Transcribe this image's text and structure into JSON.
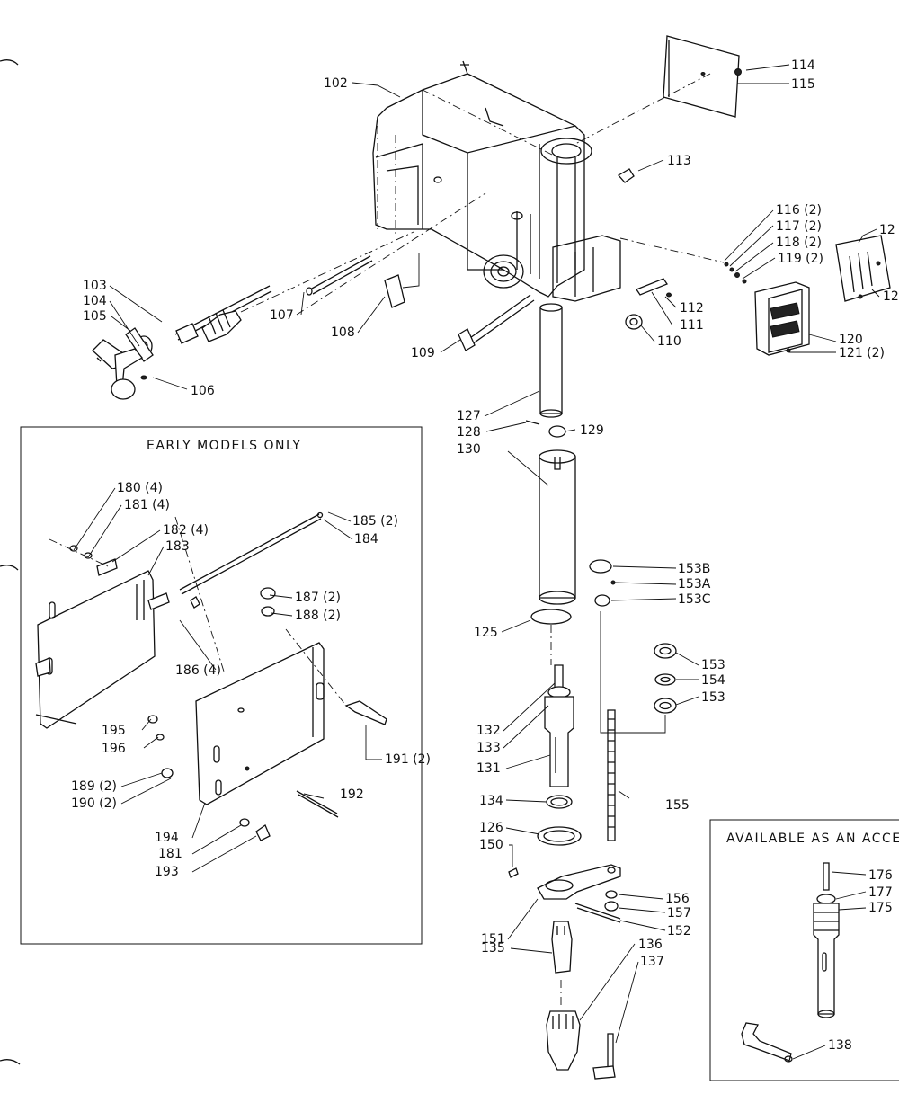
{
  "boxes": {
    "early_models": {
      "title": "EARLY MODELS ONLY"
    },
    "accessory": {
      "title": "AVAILABLE AS AN ACCE"
    }
  },
  "labels": {
    "l102": "102",
    "l103": "103",
    "l104": "104",
    "l105": "105",
    "l106": "106",
    "l107": "107",
    "l108": "108",
    "l109": "109",
    "l110": "110",
    "l111": "111",
    "l112": "112",
    "l113": "113",
    "l114": "114",
    "l115": "115",
    "l116": "116 (2)",
    "l117": "117 (2)",
    "l118": "118 (2)",
    "l119": "119 (2)",
    "l120": "120",
    "l121": "121 (2)",
    "l12a": "12",
    "l12b": "12",
    "l125": "125",
    "l126": "126",
    "l127": "127",
    "l128": "128",
    "l129": "129",
    "l130": "130",
    "l131": "131",
    "l132": "132",
    "l133": "133",
    "l134": "134",
    "l135": "135",
    "l136": "136",
    "l137": "137",
    "l138": "138",
    "l150": "150",
    "l151": "151",
    "l152": "152",
    "l153a": "153",
    "l154": "154",
    "l153b": "153",
    "l153B": "153B",
    "l153A": "153A",
    "l153C": "153C",
    "l155": "155",
    "l156": "156",
    "l157": "157",
    "l175": "175",
    "l176": "176",
    "l177": "177",
    "l180": "180 (4)",
    "l181a": "181 (4)",
    "l182": "182 (4)",
    "l183": "183",
    "l184": "184",
    "l185": "185 (2)",
    "l186": "186 (4)",
    "l187": "187 (2)",
    "l188": "188 (2)",
    "l189": "189 (2)",
    "l190": "190 (2)",
    "l191": "191 (2)",
    "l192": "192",
    "l193": "193",
    "l194": "194",
    "l181b": "181",
    "l195": "195",
    "l196": "196"
  }
}
